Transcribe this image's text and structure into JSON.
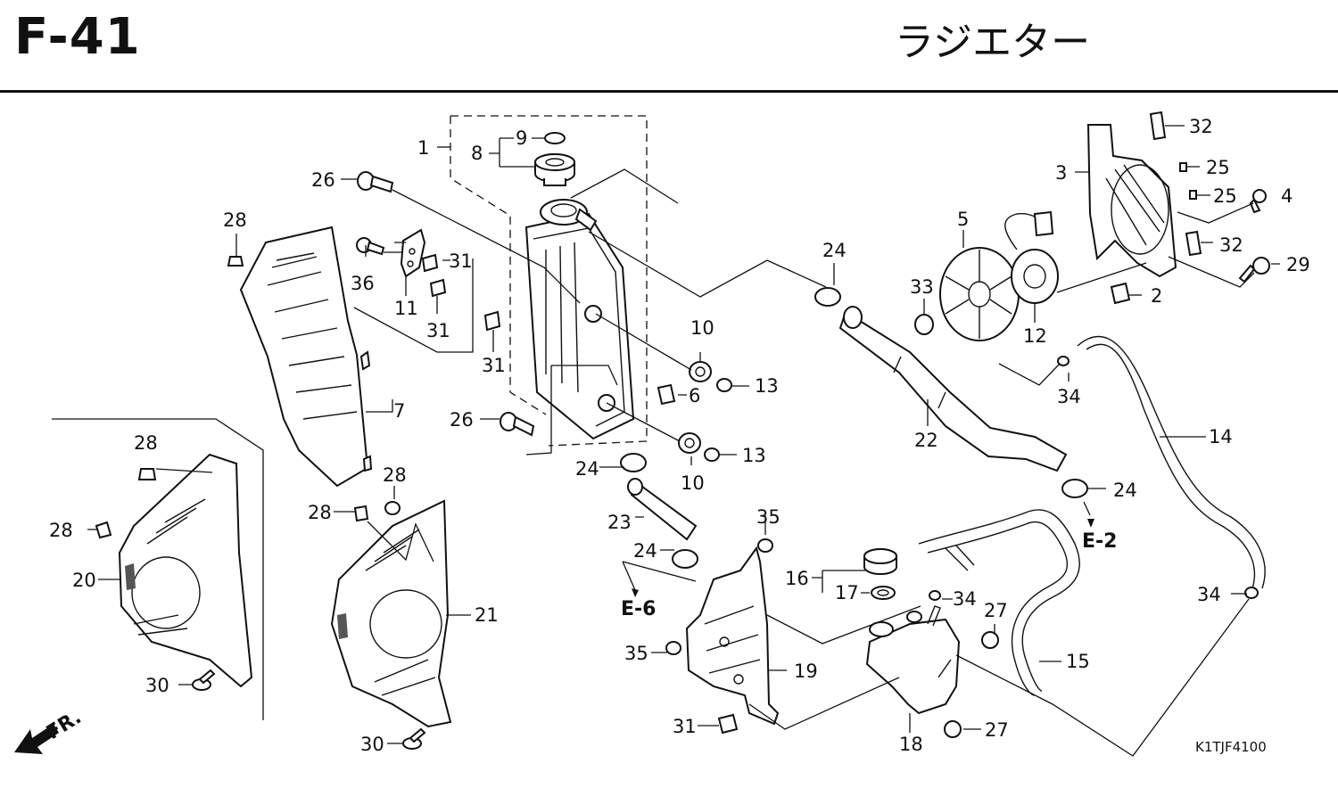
{
  "header": {
    "sheet_code": "F-41",
    "title": "ラジエター"
  },
  "footer": {
    "drawing_code": "K1TJF4100"
  },
  "direction": {
    "front_label": "FR."
  },
  "reference_tags": {
    "e2": "E-2",
    "e6": "E-6"
  },
  "callouts": {
    "c1": "1",
    "c2": "2",
    "c3": "3",
    "c4": "4",
    "c5": "5",
    "c6": "6",
    "c7": "7",
    "c8": "8",
    "c9": "9",
    "c10a": "10",
    "c10b": "10",
    "c11": "11",
    "c12": "12",
    "c13a": "13",
    "c13b": "13",
    "c14": "14",
    "c15": "15",
    "c16": "16",
    "c17": "17",
    "c18": "18",
    "c19": "19",
    "c20": "20",
    "c21": "21",
    "c22": "22",
    "c23": "23",
    "c24a": "24",
    "c24b": "24",
    "c24c": "24",
    "c24d": "24",
    "c25a": "25",
    "c25b": "25",
    "c26a": "26",
    "c26b": "26",
    "c27a": "27",
    "c27b": "27",
    "c28a": "28",
    "c28b": "28",
    "c28c": "28",
    "c28d": "28",
    "c28e": "28",
    "c29": "29",
    "c30a": "30",
    "c30b": "30",
    "c31a": "31",
    "c31b": "31",
    "c31c": "31",
    "c31d": "31",
    "c32a": "32",
    "c32b": "32",
    "c33": "33",
    "c34a": "34",
    "c34b": "34",
    "c34c": "34",
    "c35a": "35",
    "c35b": "35",
    "c36": "36"
  }
}
